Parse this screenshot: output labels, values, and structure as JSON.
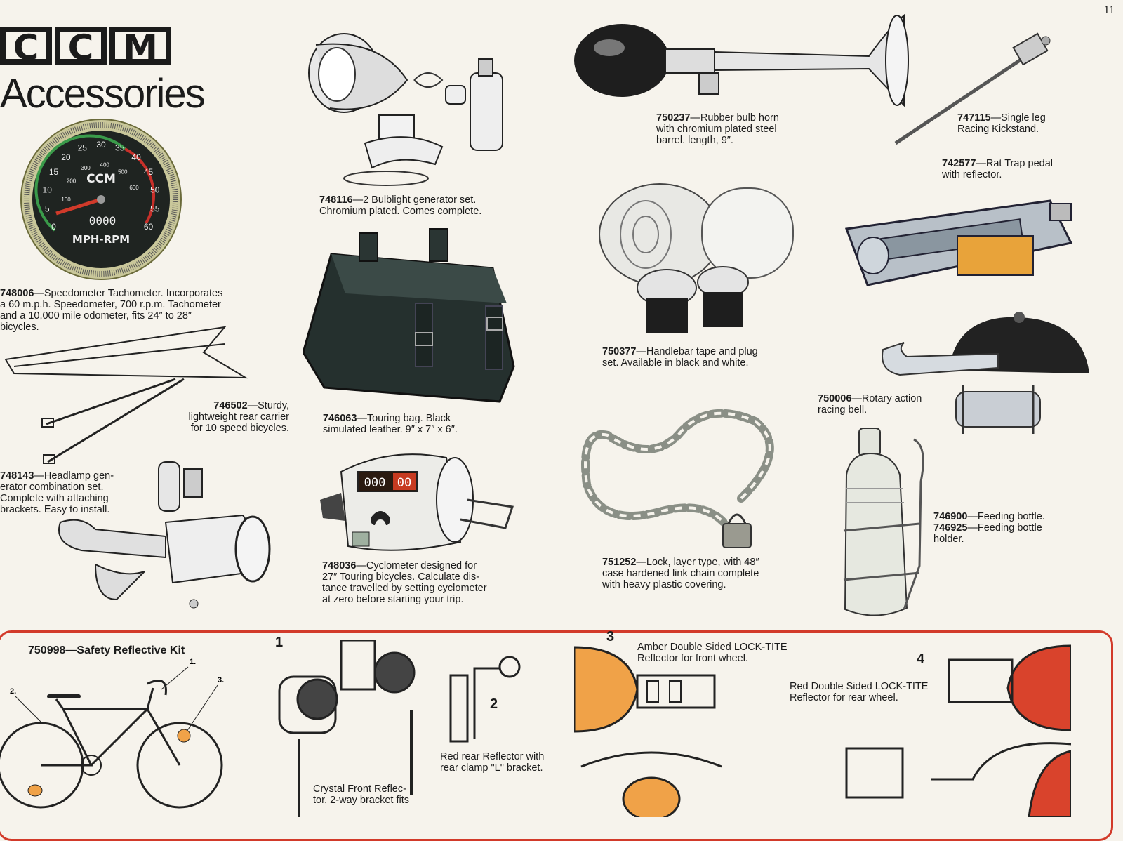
{
  "page": {
    "number": "11"
  },
  "header": {
    "logo_letters": [
      "C",
      "C",
      "M"
    ],
    "title": "Accessories"
  },
  "speedometer": {
    "brand": "CCM",
    "units": "MPH-RPM",
    "odometer": "0000",
    "speed_ticks": [
      "0",
      "5",
      "10",
      "15",
      "20",
      "25",
      "30",
      "35",
      "40",
      "45",
      "50",
      "55",
      "60"
    ],
    "rpm_ticks": [
      "100",
      "200",
      "300",
      "400",
      "500",
      "600"
    ]
  },
  "products": {
    "speedometer": {
      "code": "748006",
      "lines": [
        "—Speedometer Tachometer. Incorporates",
        "a 60 m.p.h. Speedometer, 700 r.p.m. Tachometer",
        "and a 10,000 mile odometer, fits 24″ to 28″",
        "bicycles."
      ]
    },
    "generator_set": {
      "code": "748116",
      "lines": [
        "—2 Bulblight generator set.",
        "Chromium plated. Comes complete."
      ]
    },
    "horn": {
      "code": "750237",
      "lines": [
        "—Rubber bulb horn",
        "with chromium plated steel",
        "barrel. length, 9″."
      ]
    },
    "kickstand": {
      "code": "747115",
      "lines": [
        "—Single leg",
        "Racing Kickstand."
      ]
    },
    "pedal": {
      "code": "742577",
      "lines": [
        "—Rat Trap pedal",
        "with reflector."
      ]
    },
    "rear_carrier": {
      "code": "746502",
      "lines": [
        "—Sturdy,",
        "lightweight rear carrier",
        "for 10 speed bicycles."
      ]
    },
    "touring_bag": {
      "code": "746063",
      "lines": [
        "—Touring bag. Black",
        "simulated leather. 9″ x 7″ x 6″."
      ]
    },
    "handlebar_tape": {
      "code": "750377",
      "lines": [
        "—Handlebar tape and plug",
        "set. Available in black and white."
      ]
    },
    "racing_bell": {
      "code": "750006",
      "lines": [
        "—Rotary action",
        "racing bell."
      ]
    },
    "headlamp": {
      "code": "748143",
      "lines": [
        "—Headlamp gen-",
        "erator combination set.",
        "Complete with attaching",
        "brackets. Easy to install."
      ]
    },
    "cyclometer": {
      "code": "748036",
      "counter": "000",
      "counter_red": "00",
      "lines": [
        "—Cyclometer designed for",
        "27″ Touring bicycles. Calculate dis-",
        "tance travelled by setting cyclometer",
        "at zero before starting your trip."
      ]
    },
    "lock": {
      "code": "751252",
      "lines": [
        "—Lock, layer type, with 48″",
        "case hardened link chain complete",
        "with heavy plastic covering."
      ]
    },
    "bottle": {
      "code1": "746900",
      "text1": "—Feeding bottle.",
      "code2": "746925",
      "text2": "—Feeding bottle",
      "text3": "holder."
    }
  },
  "kit": {
    "title": "750998—Safety Reflective Kit",
    "callouts": [
      "1.",
      "2.",
      "3."
    ],
    "step1": {
      "number": "1",
      "lines": [
        "Crystal Front Reflec-",
        "tor, 2-way bracket fits"
      ]
    },
    "step2": {
      "number": "2",
      "lines": [
        "Red rear Reflector with",
        "rear clamp \"L\" bracket."
      ]
    },
    "step3": {
      "number": "3",
      "lines": [
        "Amber Double Sided LOCK-TITE",
        "Reflector for front wheel."
      ]
    },
    "step4": {
      "number": "4",
      "lines": [
        "Red Double Sided LOCK-TITE",
        "Reflector for rear wheel."
      ]
    }
  },
  "colors": {
    "accent_red": "#d23a2a",
    "amber": "#f0a248",
    "ink": "#1b1b1b",
    "paper": "#f6f3ec"
  }
}
